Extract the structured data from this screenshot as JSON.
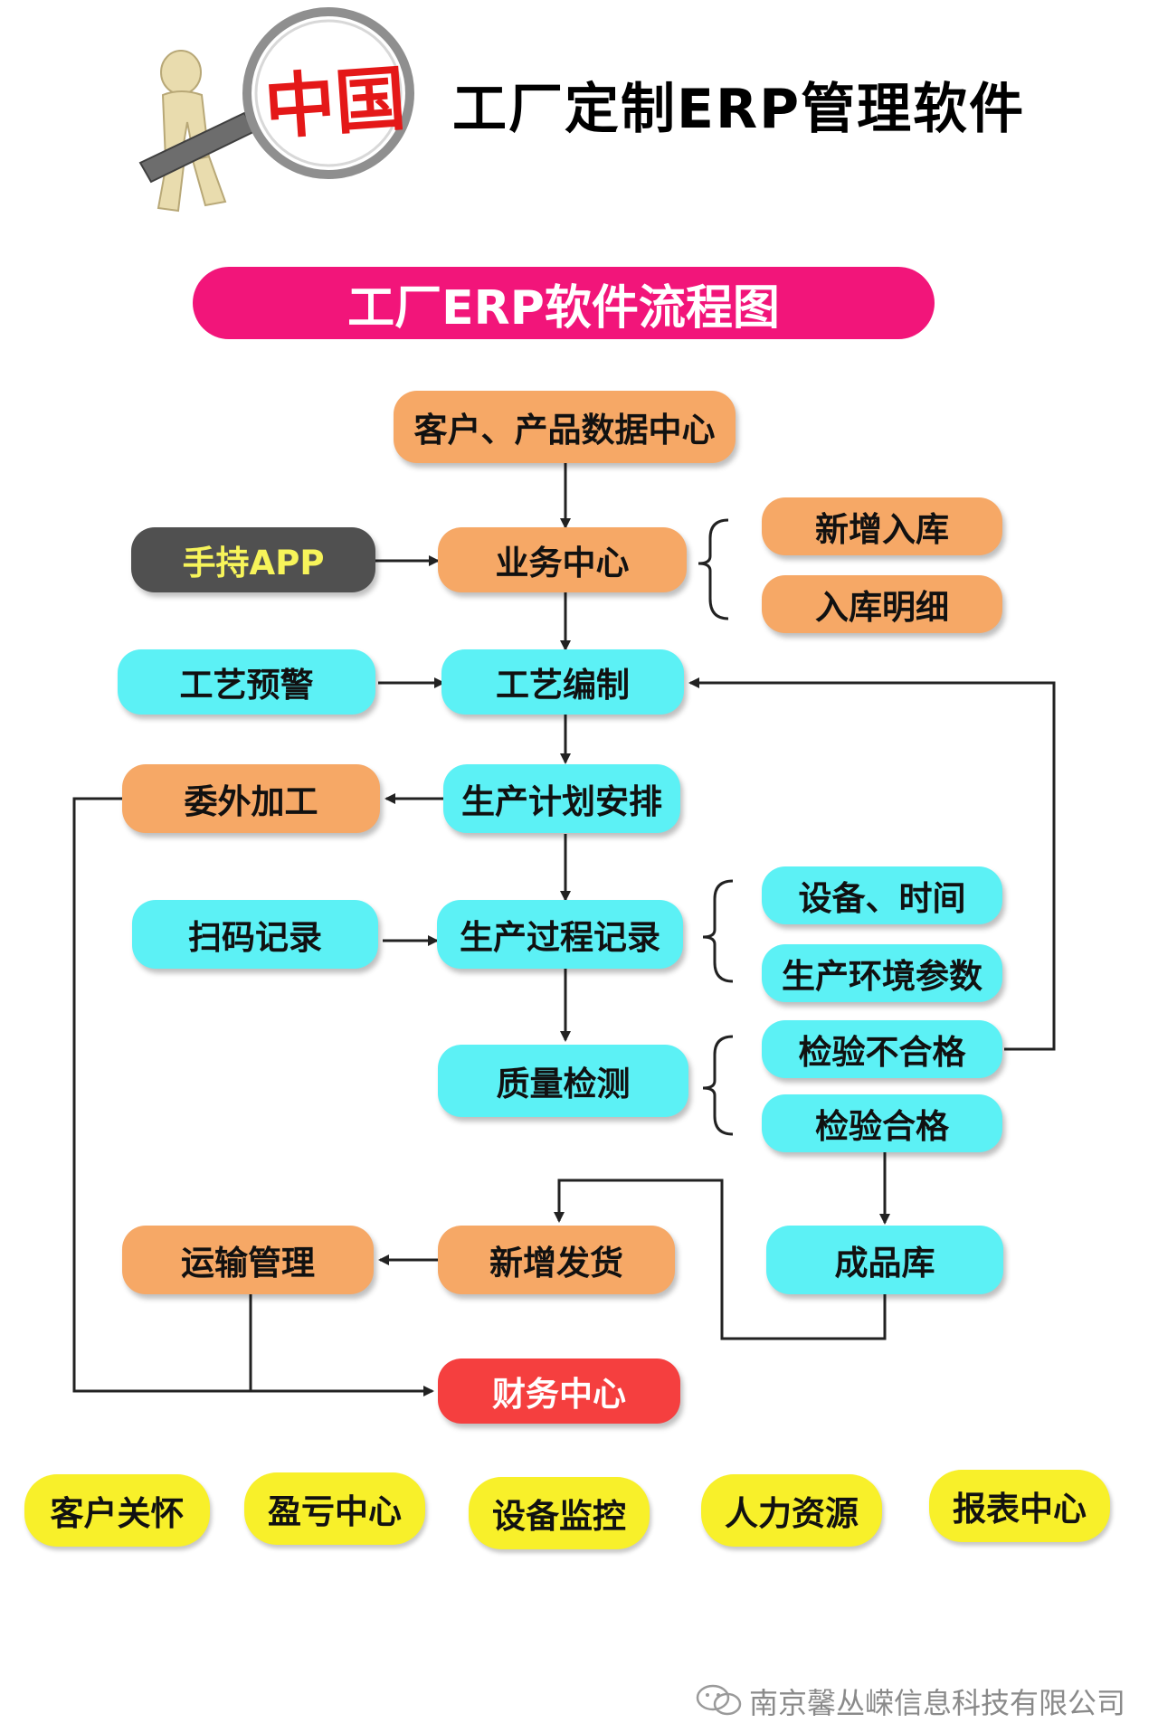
{
  "header": {
    "logo_text": "中国",
    "title": "工厂定制ERP管理软件"
  },
  "banner": {
    "title": "工厂ERP软件流程图"
  },
  "nodes": {
    "customer_product_data": "客户、产品数据中心",
    "handheld_app": "手持APP",
    "business_center": "业务中心",
    "new_inbound": "新增入库",
    "inbound_detail": "入库明细",
    "process_warning": "工艺预警",
    "process_edit": "工艺编制",
    "outsourcing": "委外加工",
    "production_plan": "生产计划安排",
    "scan_record": "扫码记录",
    "production_record": "生产过程记录",
    "equipment_time": "设备、时间",
    "production_env": "生产环境参数",
    "quality_check": "质量检测",
    "check_fail": "检验不合格",
    "check_pass": "检验合格",
    "transport": "运输管理",
    "new_shipment": "新增发货",
    "finished_goods": "成品库",
    "finance": "财务中心"
  },
  "modules": [
    "客户关怀",
    "盈亏中心",
    "设备监控",
    "人力资源",
    "报表中心"
  ],
  "footer": {
    "watermark": "南京馨丛嵘信息科技有限公司"
  },
  "colors": {
    "orange": "#f6a866",
    "cyan": "#5cf1f5",
    "gray": "#505050",
    "red": "#f53f3f",
    "yellow": "#f8f02a",
    "banner": "#f2157a"
  }
}
